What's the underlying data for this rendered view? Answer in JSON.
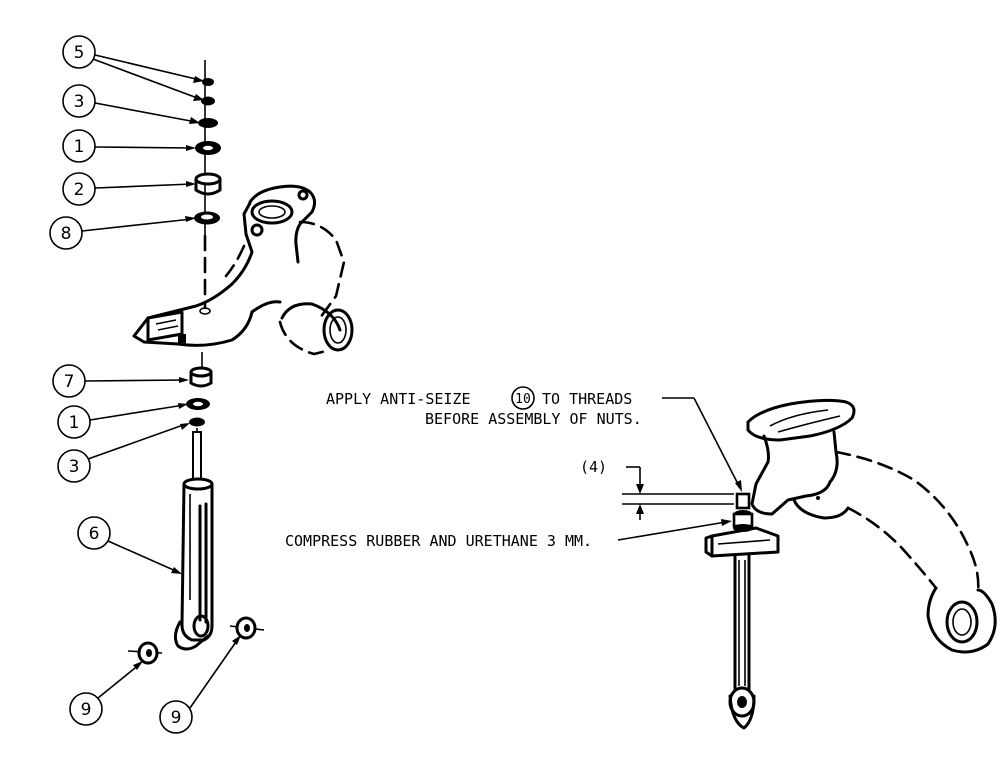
{
  "balloons": [
    {
      "id": "b5",
      "text": "5"
    },
    {
      "id": "b3a",
      "text": "3"
    },
    {
      "id": "b1a",
      "text": "1"
    },
    {
      "id": "b2",
      "text": "2"
    },
    {
      "id": "b8",
      "text": "8"
    },
    {
      "id": "b7",
      "text": "7"
    },
    {
      "id": "b1b",
      "text": "1"
    },
    {
      "id": "b3b",
      "text": "3"
    },
    {
      "id": "b6",
      "text": "6"
    },
    {
      "id": "b9a",
      "text": "9"
    },
    {
      "id": "b9b",
      "text": "9"
    },
    {
      "id": "b10",
      "text": "10"
    }
  ],
  "notes": {
    "anti_seize_line1_a": "APPLY ANTI-SEIZE",
    "anti_seize_line1_b": "TO THREADS",
    "anti_seize_line2": "BEFORE ASSEMBLY OF NUTS.",
    "compress": "COMPRESS RUBBER AND URETHANE 3 MM.",
    "dimension": "(4)"
  }
}
